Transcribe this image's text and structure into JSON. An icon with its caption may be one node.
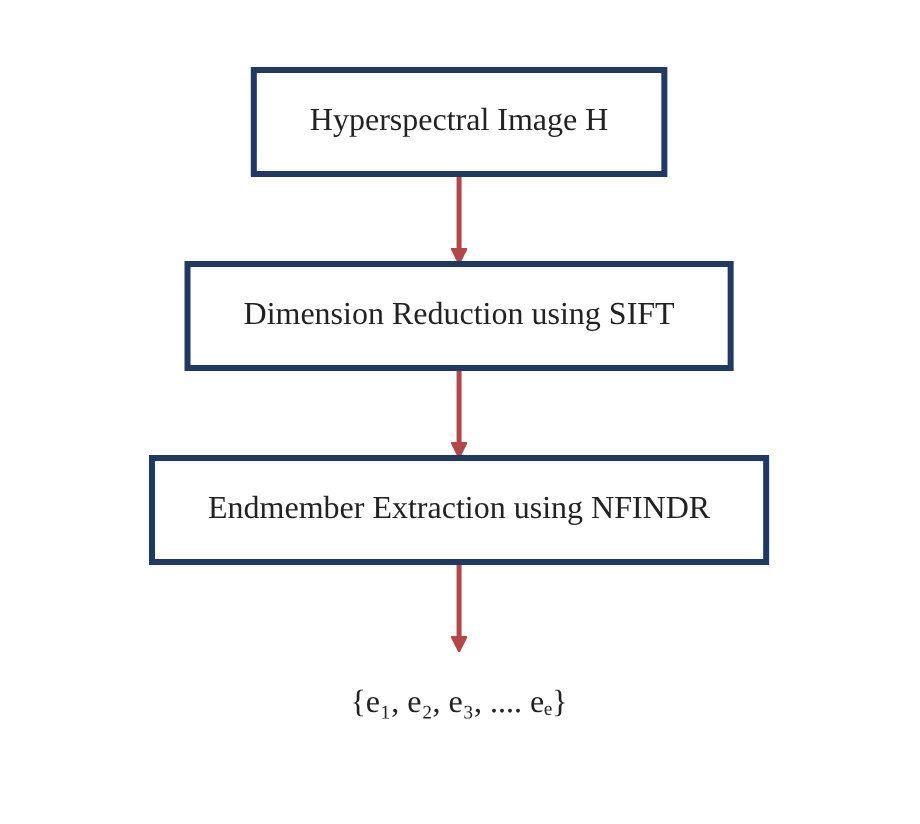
{
  "diagram": {
    "nodes": [
      {
        "text": [
          "Hyperspectral Image H"
        ]
      },
      {
        "text": [
          "Dimension Reduction using SIFT"
        ]
      },
      {
        "text": [
          "Endmember Extraction using NFINDR"
        ]
      },
      {
        "text": [
          "{e₁, e₂, e₃, .... eₑ}"
        ]
      }
    ],
    "edges": [
      {
        "from": 0,
        "to": 1,
        "arrow": "to"
      },
      {
        "from": 1,
        "to": 2,
        "arrow": "to"
      },
      {
        "from": 2,
        "to": 3,
        "arrow": "to"
      }
    ]
  }
}
